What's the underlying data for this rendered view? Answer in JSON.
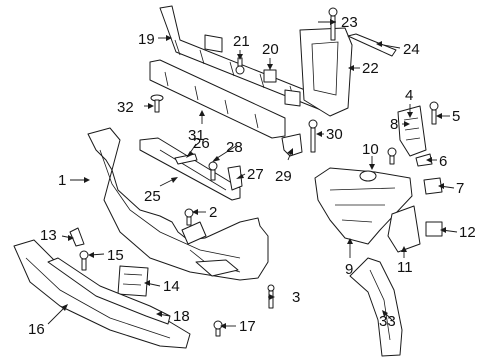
{
  "callouts": [
    {
      "id": "1",
      "text": "1"
    },
    {
      "id": "2",
      "text": "2"
    },
    {
      "id": "3",
      "text": "3"
    },
    {
      "id": "4",
      "text": "4"
    },
    {
      "id": "5",
      "text": "5"
    },
    {
      "id": "6",
      "text": "6"
    },
    {
      "id": "7",
      "text": "7"
    },
    {
      "id": "8",
      "text": "8"
    },
    {
      "id": "9",
      "text": "9"
    },
    {
      "id": "10",
      "text": "10"
    },
    {
      "id": "11",
      "text": "11"
    },
    {
      "id": "12",
      "text": "12"
    },
    {
      "id": "13",
      "text": "13"
    },
    {
      "id": "14",
      "text": "14"
    },
    {
      "id": "15",
      "text": "15"
    },
    {
      "id": "16",
      "text": "16"
    },
    {
      "id": "17",
      "text": "17"
    },
    {
      "id": "18",
      "text": "18"
    },
    {
      "id": "19",
      "text": "19"
    },
    {
      "id": "20",
      "text": "20"
    },
    {
      "id": "21",
      "text": "21"
    },
    {
      "id": "22",
      "text": "22"
    },
    {
      "id": "23",
      "text": "23"
    },
    {
      "id": "24",
      "text": "24"
    },
    {
      "id": "25",
      "text": "25"
    },
    {
      "id": "26",
      "text": "26"
    },
    {
      "id": "27",
      "text": "27"
    },
    {
      "id": "28",
      "text": "28"
    },
    {
      "id": "29",
      "text": "29"
    },
    {
      "id": "30",
      "text": "30"
    },
    {
      "id": "31",
      "text": "31"
    },
    {
      "id": "32",
      "text": "32"
    },
    {
      "id": "33",
      "text": "33"
    }
  ],
  "colors": {
    "line": "#1a1a1a",
    "background": "#ffffff"
  }
}
